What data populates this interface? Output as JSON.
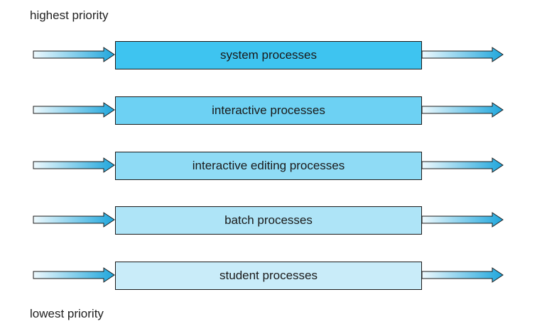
{
  "labels": {
    "top": "highest priority",
    "bottom": "lowest priority"
  },
  "queues": [
    {
      "label": "system processes",
      "color": "#3ec4f0"
    },
    {
      "label": "interactive processes",
      "color": "#6dd1f3"
    },
    {
      "label": "interactive editing processes",
      "color": "#8fdbf5"
    },
    {
      "label": "batch processes",
      "color": "#aee4f7"
    },
    {
      "label": "student processes",
      "color": "#c9ecf9"
    }
  ],
  "arrow_colors": {
    "light": "#eef9fd",
    "dark": "#1fa6dc"
  }
}
